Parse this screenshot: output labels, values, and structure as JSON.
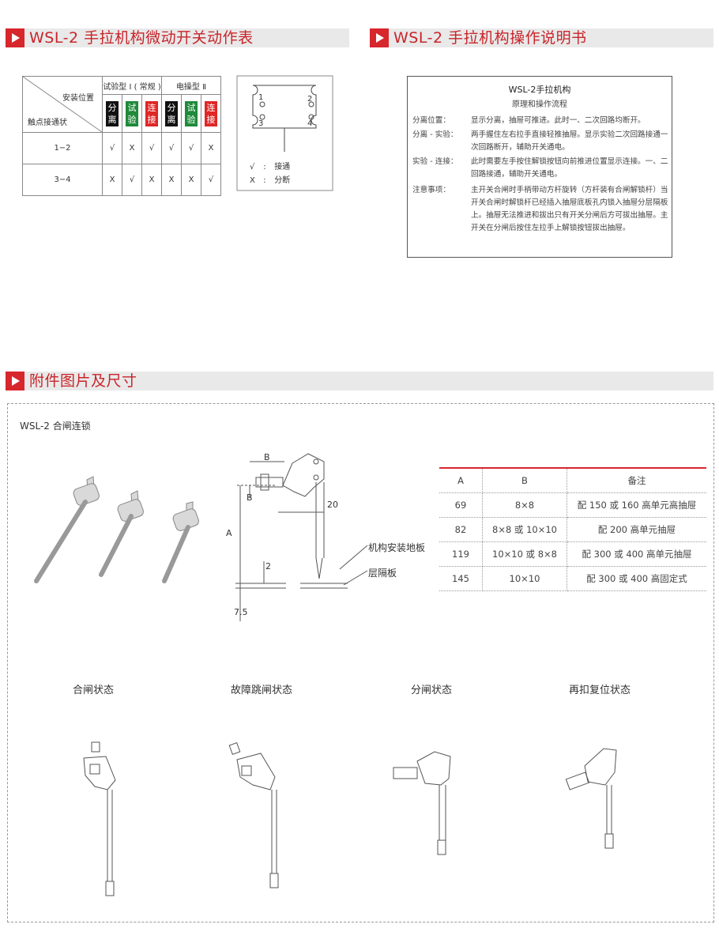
{
  "sections": {
    "s1": "WSL-2 手拉机构微动开关动作表",
    "s2": "WSL-2 手拉机构操作说明书",
    "s3": "附件图片及尺寸"
  },
  "switch_table": {
    "corner_top": "安装位置",
    "corner_bottom": "触点接通状",
    "group1": "试验型 Ⅰ ( 常规 )",
    "group2": "电操型 Ⅱ",
    "chips": [
      {
        "l1": "分",
        "l2": "离",
        "color": "#111111"
      },
      {
        "l1": "试",
        "l2": "验",
        "color": "#1e8a3a"
      },
      {
        "l1": "连",
        "l2": "接",
        "color": "#e02626"
      },
      {
        "l1": "分",
        "l2": "离",
        "color": "#111111"
      },
      {
        "l1": "试",
        "l2": "验",
        "color": "#1e8a3a"
      },
      {
        "l1": "连",
        "l2": "接",
        "color": "#e02626"
      }
    ],
    "rows": [
      {
        "label": "1−2",
        "cells": [
          "√",
          "X",
          "√",
          "√",
          "√",
          "X"
        ]
      },
      {
        "label": "3−4",
        "cells": [
          "X",
          "√",
          "X",
          "X",
          "X",
          "√"
        ]
      }
    ],
    "diagram_labels": {
      "n1": "1",
      "n2": "2",
      "n3": "3",
      "n4": "4"
    },
    "legend": [
      {
        "sym": "√",
        "sep": ":",
        "text": "接通"
      },
      {
        "sym": "X",
        "sep": ":",
        "text": "分断"
      }
    ]
  },
  "instructions": {
    "title": "WSL-2手拉机构",
    "subtitle": "原理和操作流程",
    "items": [
      {
        "key": "分离位置：",
        "text": "显示分离，抽屉可推进。此时一、二次回路均断开。"
      },
      {
        "key": "分离 - 实验：",
        "text": "两手握住左右拉手直接轻推抽屉。显示实验二次回路接通一次回路断开，辅助开关通电。"
      },
      {
        "key": "实验 - 连接：",
        "text": "此时需要左手按住解锁按钮向前推进位置显示连接。一、二回路接通，辅助开关通电。"
      },
      {
        "key": "注意事项：",
        "text": "主开关合闸时手柄带动方杆旋转（方杆装有合闸解锁杆）当开关合闸时解锁杆已经插入抽屉底板孔内锁入抽屉分层隔板上。抽屉无法推进和拔出只有开关分闸后方可拔出抽屉。主开关在分闸后按住左拉手上解锁按钮拔出抽屉。"
      }
    ]
  },
  "attachment": {
    "panel_title": "WSL-2 合闸连锁",
    "drawing_labels": {
      "b": "B",
      "b2": "B",
      "a": "A",
      "d20": "20",
      "d2": "2",
      "d75": "7.5"
    },
    "callouts": [
      "机构安装地板",
      "层隔板"
    ],
    "dim_table": {
      "headers": [
        "A",
        "B",
        "备注"
      ],
      "rows": [
        [
          "69",
          "8×8",
          "配 150 或 160 高单元高抽屉"
        ],
        [
          "82",
          "8×8 或 10×10",
          "配 200 高单元抽屉"
        ],
        [
          "119",
          "10×10 或 8×8",
          "配 300 或 400 高单元抽屉"
        ],
        [
          "145",
          "10×10",
          "配 300 或 400 高固定式"
        ]
      ]
    },
    "states": [
      "合闸状态",
      "故障跳闸状态",
      "分闸状态",
      "再扣复位状态"
    ]
  },
  "colors": {
    "accent": "#d7262c",
    "bar": "#e9e9e9",
    "black": "#111111",
    "green": "#1e8a3a",
    "red": "#e02626"
  }
}
